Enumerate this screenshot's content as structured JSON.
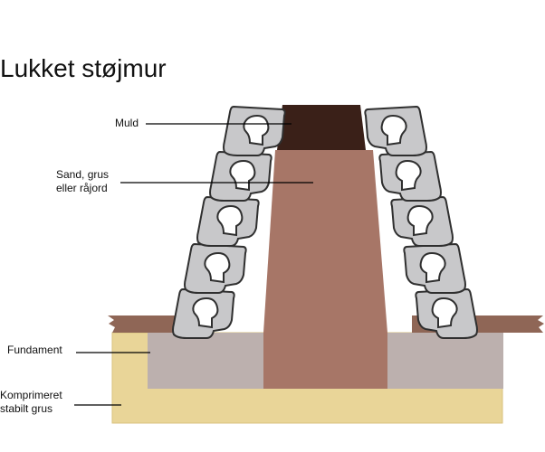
{
  "title": "Lukket støjmur",
  "labels": {
    "muld": "Muld",
    "sand": "Sand, grus\neller råjord",
    "fundament": "Fundament",
    "komprimeret": "Komprimeret\nstabilt grus"
  },
  "colors": {
    "gravel": "#e9d598",
    "gravel_edge": "#d9c27e",
    "soil_brown": "#8f6656",
    "core_fill": "#a77667",
    "topsoil": "#3a2018",
    "foundation": "#bcb0ae",
    "block_fill": "#c8c8ca",
    "block_stroke": "#2f2f2f",
    "leader": "#000000"
  }
}
